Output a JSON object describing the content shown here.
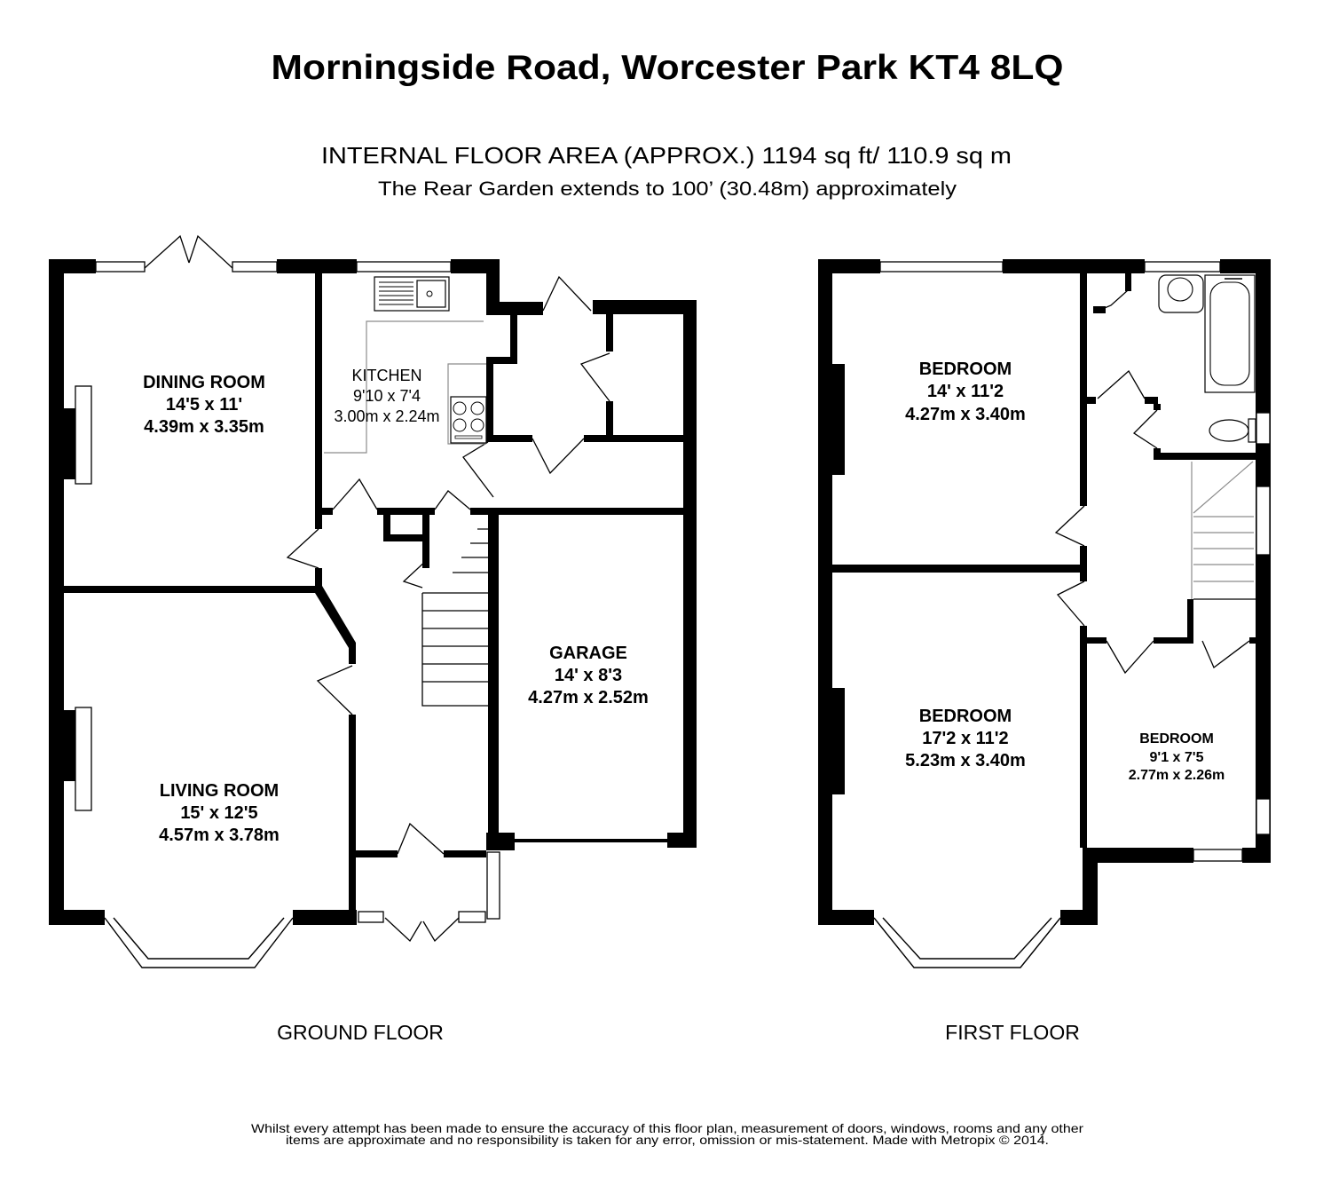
{
  "header": {
    "title": "Morningside Road, Worcester Park KT4 8LQ",
    "floor_area": "INTERNAL FLOOR AREA (APPROX.) 1194 sq ft/ 110.9 sq m",
    "garden": "The Rear Garden extends to 100’ (30.48m) approximately"
  },
  "ground_floor": {
    "label": "GROUND FLOOR",
    "rooms": [
      {
        "name": "DINING ROOM",
        "imperial": "14'5 x 11'",
        "metric": "4.39m x 3.35m"
      },
      {
        "name": "KITCHEN",
        "imperial": "9'10 x 7'4",
        "metric": "3.00m x 2.24m"
      },
      {
        "name": "GARAGE",
        "imperial": "14' x 8'3",
        "metric": "4.27m x 2.52m"
      },
      {
        "name": "LIVING ROOM",
        "imperial": "15' x 12'5",
        "metric": "4.57m x 3.78m"
      }
    ]
  },
  "first_floor": {
    "label": "FIRST FLOOR",
    "rooms": [
      {
        "name": "BEDROOM",
        "imperial": "14' x 11'2",
        "metric": "4.27m x 3.40m"
      },
      {
        "name": "BEDROOM",
        "imperial": "17'2 x 11'2",
        "metric": "5.23m x 3.40m"
      },
      {
        "name": "BEDROOM",
        "imperial": "9'1 x 7'5",
        "metric": "2.77m x 2.26m"
      }
    ]
  },
  "disclaimer": {
    "line1": "Whilst every attempt has been made to ensure the accuracy of this floor plan, measurement of doors, windows, rooms and any other",
    "line2": "items are approximate and no responsibility is taken for any error, omission or mis-statement. Made with Metropix © 2014."
  },
  "colors": {
    "wall": "#000000",
    "background": "#ffffff",
    "fitting_line": "#8c8c8c"
  }
}
